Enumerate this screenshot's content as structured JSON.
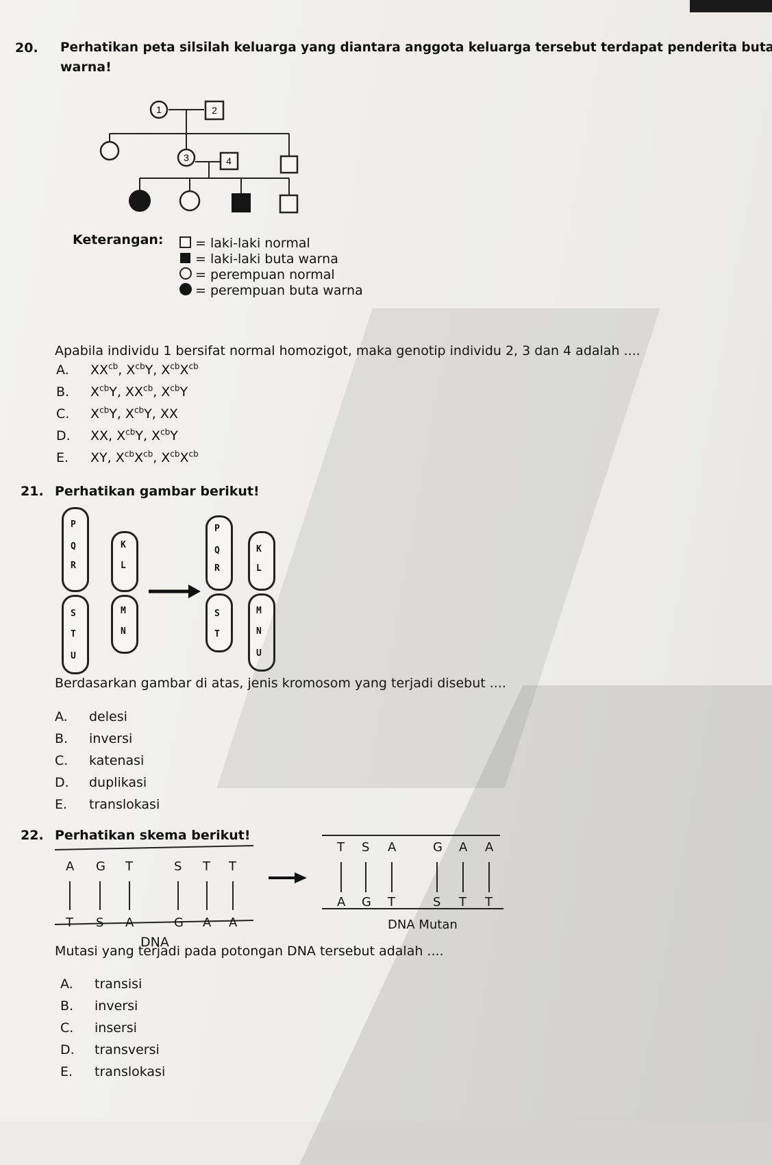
{
  "q20": {
    "number": "20.",
    "stem": "Perhatikan peta silsilah keluarga yang diantara anggota keluarga tersebut terdapat penderita buta",
    "stem2": "warna!",
    "pedigree": {
      "id1": "1",
      "id2": "2",
      "id3": "3",
      "id4": "4"
    },
    "legend_title": "Keterangan:",
    "legend": [
      "= laki-laki normal",
      "= laki-laki buta warna",
      "= perempuan normal",
      "= perempuan buta warna"
    ],
    "question": "Apabila individu 1 bersifat normal homozigot, maka genotip individu 2, 3 dan 4 adalah ....",
    "options": [
      {
        "letter": "A.",
        "text": "XX<sup>cb</sup>, X<sup>cb</sup>Y, X<sup>cb</sup>X<sup>cb</sup>"
      },
      {
        "letter": "B.",
        "text": "X<sup>cb</sup>Y, XX<sup>cb</sup>, X<sup>cb</sup>Y"
      },
      {
        "letter": "C.",
        "text": "X<sup>cb</sup>Y, X<sup>cb</sup>Y, XX"
      },
      {
        "letter": "D.",
        "text": "XX, X<sup>cb</sup>Y, X<sup>cb</sup>Y"
      },
      {
        "letter": "E.",
        "text": "XY, X<sup>cb</sup>X<sup>cb</sup>, X<sup>cb</sup>X<sup>cb</sup>"
      }
    ]
  },
  "q21": {
    "number": "21.",
    "stem": "Perhatikan gambar berikut!",
    "chromosomes": {
      "before_left": [
        "P",
        "Q",
        "R",
        "S",
        "T",
        "U"
      ],
      "before_right": [
        "K",
        "L",
        "M",
        "N"
      ],
      "after_left": [
        "P",
        "Q",
        "R",
        "S",
        "T"
      ],
      "after_right": [
        "K",
        "L",
        "M",
        "N",
        "U"
      ]
    },
    "question": "Berdasarkan gambar di atas, jenis kromosom yang terjadi disebut ....",
    "options": [
      {
        "letter": "A.",
        "text": "delesi"
      },
      {
        "letter": "B.",
        "text": "inversi"
      },
      {
        "letter": "C.",
        "text": "katenasi"
      },
      {
        "letter": "D.",
        "text": "duplikasi"
      },
      {
        "letter": "E.",
        "text": "translokasi"
      }
    ]
  },
  "q22": {
    "number": "22.",
    "stem": "Perhatikan skema berikut!",
    "dna_top": [
      "A",
      "G",
      "T",
      "S",
      "T",
      "T"
    ],
    "dna_bottom": [
      "T",
      "S",
      "A",
      "G",
      "A",
      "A"
    ],
    "dna_label": "DNA",
    "mutant_top": [
      "T",
      "S",
      "A",
      "G",
      "A",
      "A"
    ],
    "mutant_bottom": [
      "A",
      "G",
      "T",
      "S",
      "T",
      "T"
    ],
    "mutant_label": "DNA Mutan",
    "question": "Mutasi yang terjadi pada potongan DNA tersebut adalah ....",
    "options": [
      {
        "letter": "A.",
        "text": "transisi"
      },
      {
        "letter": "B.",
        "text": "inversi"
      },
      {
        "letter": "C.",
        "text": "insersi"
      },
      {
        "letter": "D.",
        "text": "transversi"
      },
      {
        "letter": "E.",
        "text": "translokasi"
      }
    ]
  }
}
